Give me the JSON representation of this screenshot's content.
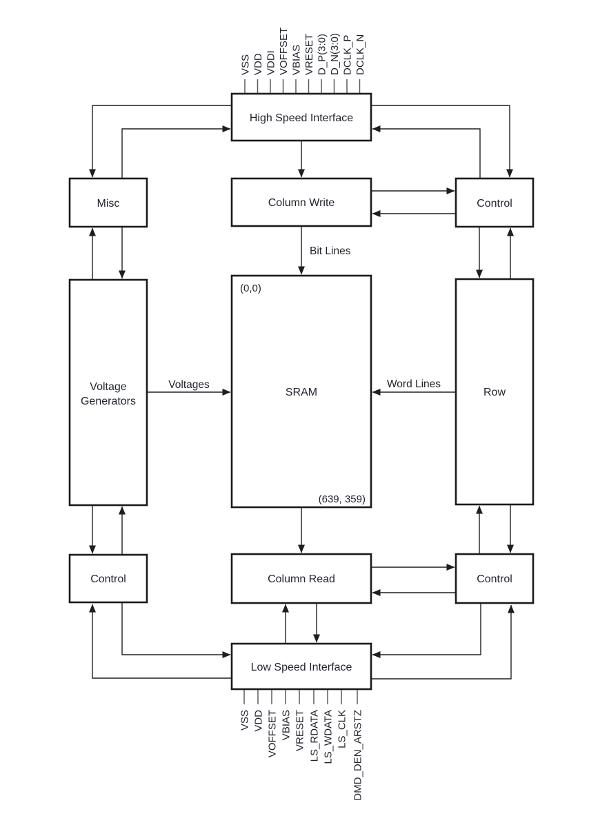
{
  "diagram": {
    "blocks": {
      "high_speed_interface": {
        "label": "High Speed Interface"
      },
      "misc": {
        "label": "Misc"
      },
      "column_write": {
        "label": "Column Write"
      },
      "control_top_right": {
        "label": "Control"
      },
      "voltage_generators": {
        "label": "Voltage Generators",
        "label_lines": [
          "Voltage",
          "Generators"
        ]
      },
      "sram": {
        "label": "SRAM",
        "origin_label": "(0,0)",
        "extent_label": "(639, 359)"
      },
      "row": {
        "label": "Row"
      },
      "control_bottom_left": {
        "label": "Control"
      },
      "column_read": {
        "label": "Column Read"
      },
      "control_bottom_right": {
        "label": "Control"
      },
      "low_speed_interface": {
        "label": "Low Speed Interface"
      }
    },
    "bus_labels": {
      "bit_lines": "Bit Lines",
      "voltages": "Voltages",
      "word_lines": "Word Lines"
    },
    "pins_top": [
      "VSS",
      "VDD",
      "VDDI",
      "VOFFSET",
      "VBIAS",
      "VRESET",
      "D_P(3:0)",
      "D_N(3:0)",
      "DCLK_P",
      "DCLK_N"
    ],
    "pins_bottom": [
      "VSS",
      "VDD",
      "VOFFSET",
      "VBIAS",
      "VRESET",
      "LS_RDATA",
      "LS_WDATA",
      "LS_CLK",
      "DMD_DEN_ARSTZ"
    ],
    "colors": {
      "line": "#1e1e1e",
      "box_border": "#1a1a1a",
      "text": "#20242e",
      "pin_stub": "#5a5a5a",
      "background": "#ffffff"
    }
  }
}
